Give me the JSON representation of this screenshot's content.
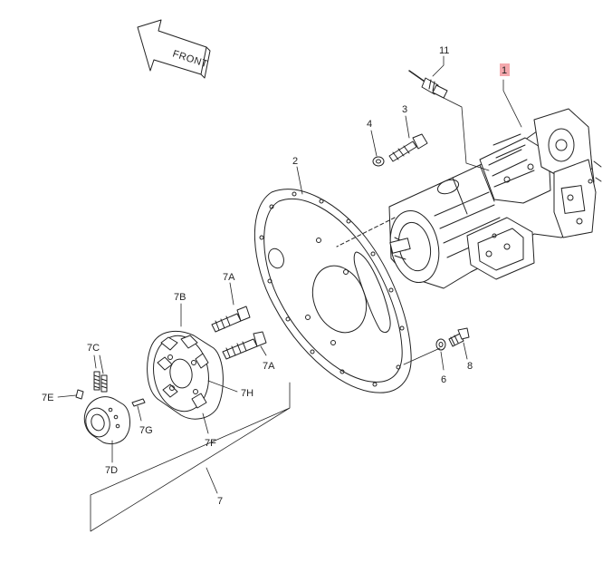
{
  "front_arrow": {
    "label": "FRONT"
  },
  "callouts": {
    "c1": "1",
    "c2": "2",
    "c3": "3",
    "c4": "4",
    "c6": "6",
    "c7": "7",
    "c7A_top": "7A",
    "c7A_bottom": "7A",
    "c7B": "7B",
    "c7C": "7C",
    "c7D": "7D",
    "c7E": "7E",
    "c7F": "7F",
    "c7G": "7G",
    "c7H": "7H",
    "c8": "8",
    "c11": "11"
  },
  "highlight_color": "#f4a8ad"
}
